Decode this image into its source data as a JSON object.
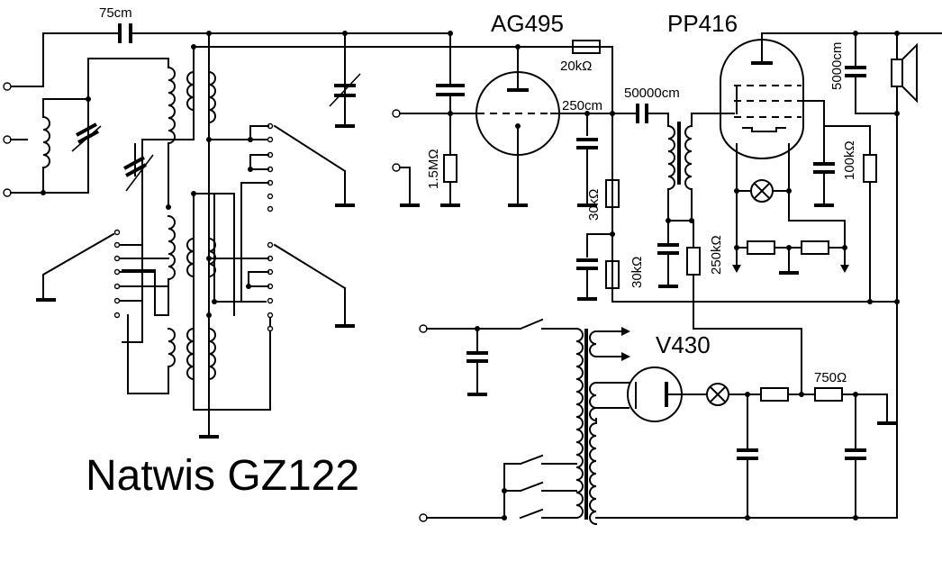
{
  "diagram": {
    "title": "Natwis GZ122",
    "tubes": {
      "detector": "AG495",
      "output": "PP416",
      "rectifier": "V430"
    },
    "labels": {
      "c_75cm": "75cm",
      "r_20k": "20kΩ",
      "c_250cm": "250cm",
      "c_50000cm": "50000cm",
      "c_5000cm": "5000cm",
      "r_1m5": "1.5MΩ",
      "r_30k_a": "30kΩ",
      "r_30k_b": "30kΩ",
      "r_250k": "250kΩ",
      "r_100k": "100kΩ",
      "r_750": "750Ω"
    }
  }
}
